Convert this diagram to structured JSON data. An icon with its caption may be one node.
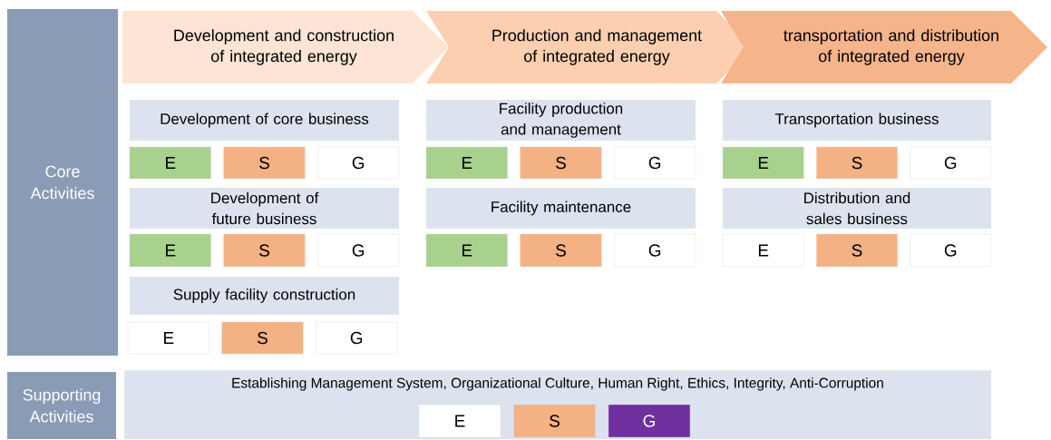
{
  "diagram": {
    "nodes": [
      {
        "text": [
          "Core Activities"
        ]
      },
      {
        "text": [
          "Development and construction of integrated energy"
        ]
      },
      {
        "text": [
          "Production and management of integrated energy"
        ]
      },
      {
        "text": [
          "transportation and distribution of integrated energy"
        ]
      },
      {
        "text": [
          "Development of core business"
        ]
      },
      {
        "text": [
          "E"
        ]
      },
      {
        "text": [
          "S"
        ]
      },
      {
        "text": [
          "G"
        ]
      },
      {
        "text": [
          "Facility production and management"
        ]
      },
      {
        "text": [
          "E"
        ]
      },
      {
        "text": [
          "S"
        ]
      },
      {
        "text": [
          "G"
        ]
      },
      {
        "text": [
          "Transportation business"
        ]
      },
      {
        "text": [
          "E"
        ]
      },
      {
        "text": [
          "S"
        ]
      },
      {
        "text": [
          "G"
        ]
      },
      {
        "text": [
          "Development of future business"
        ]
      },
      {
        "text": [
          "E"
        ]
      },
      {
        "text": [
          "S"
        ]
      },
      {
        "text": [
          "G"
        ]
      },
      {
        "text": [
          "Facility maintenance"
        ]
      },
      {
        "text": [
          "E"
        ]
      },
      {
        "text": [
          "S"
        ]
      },
      {
        "text": [
          "G"
        ]
      },
      {
        "text": [
          "Distribution and sales business"
        ]
      },
      {
        "text": [
          "E"
        ]
      },
      {
        "text": [
          "S"
        ]
      },
      {
        "text": [
          "G"
        ]
      },
      {
        "text": [
          "Supply facility construction"
        ]
      },
      {
        "text": [
          "E"
        ]
      },
      {
        "text": [
          "S"
        ]
      },
      {
        "text": [
          "G"
        ]
      },
      {
        "text": [
          "Supporting Activities"
        ]
      },
      {
        "text": [
          "Establishing Management System, Organizational Culture, Human Right, Ethics, Integrity, Anti-Corruption"
        ]
      },
      {
        "text": [
          "E"
        ],
        "in": 33
      },
      {
        "text": [
          "S"
        ],
        "in": 33
      },
      {
        "text": [
          "G"
        ],
        "in": 33
      }
    ]
  }
}
